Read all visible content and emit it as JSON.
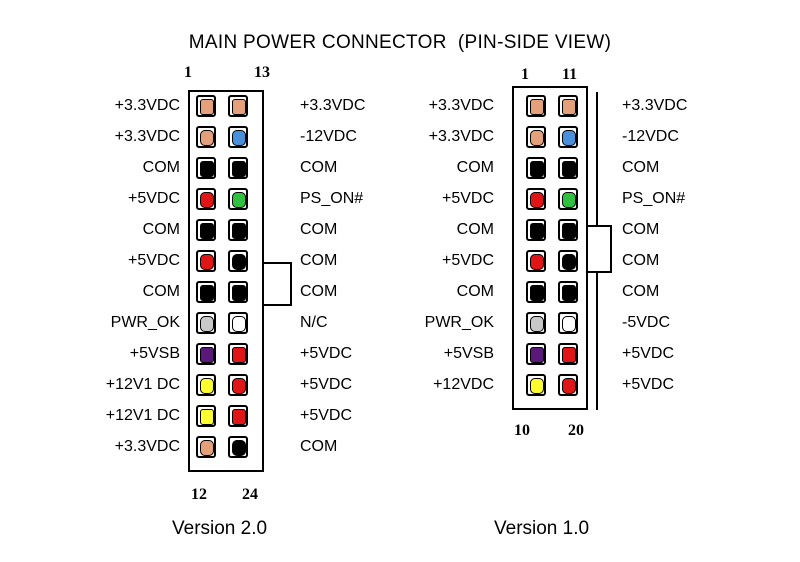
{
  "title": "MAIN POWER CONNECTOR  (PIN-SIDE VIEW)",
  "colors": {
    "orange": "#e3a07a",
    "blue": "#4a8fd9",
    "black": "#000000",
    "red": "#e01515",
    "green": "#30c040",
    "gray": "#c8c8c8",
    "white": "#ffffff",
    "purple": "#5a1878",
    "yellow": "#ffff30"
  },
  "connectors": [
    {
      "version_label": "Version 2.0",
      "pin_numbers": {
        "top_left": "1",
        "top_right": "13",
        "bottom_left": "12",
        "bottom_right": "24"
      },
      "rows": [
        {
          "left_label": "+3.3VDC",
          "left_color": "orange",
          "right_label": "+3.3VDC",
          "right_color": "orange"
        },
        {
          "left_label": "+3.3VDC",
          "left_color": "orange",
          "right_label": "-12VDC",
          "right_color": "blue"
        },
        {
          "left_label": "COM",
          "left_color": "black",
          "right_label": "COM",
          "right_color": "black"
        },
        {
          "left_label": "+5VDC",
          "left_color": "red",
          "right_label": "PS_ON#",
          "right_color": "green"
        },
        {
          "left_label": "COM",
          "left_color": "black",
          "right_label": "COM",
          "right_color": "black"
        },
        {
          "left_label": "+5VDC",
          "left_color": "red",
          "right_label": "COM",
          "right_color": "black"
        },
        {
          "left_label": "COM",
          "left_color": "black",
          "right_label": "COM",
          "right_color": "black"
        },
        {
          "left_label": "PWR_OK",
          "left_color": "gray",
          "right_label": "N/C",
          "right_color": "white"
        },
        {
          "left_label": "+5VSB",
          "left_color": "purple",
          "right_label": "+5VDC",
          "right_color": "red"
        },
        {
          "left_label": "+12V1 DC",
          "left_color": "yellow",
          "right_label": "+5VDC",
          "right_color": "red"
        },
        {
          "left_label": "+12V1 DC",
          "left_color": "yellow",
          "right_label": "+5VDC",
          "right_color": "red"
        },
        {
          "left_label": "+3.3VDC",
          "left_color": "orange",
          "right_label": "COM",
          "right_color": "black"
        }
      ]
    },
    {
      "version_label": "Version 1.0",
      "pin_numbers": {
        "top_left": "1",
        "top_right": "11",
        "bottom_left": "10",
        "bottom_right": "20"
      },
      "rows": [
        {
          "left_label": "+3.3VDC",
          "left_color": "orange",
          "right_label": "+3.3VDC",
          "right_color": "orange"
        },
        {
          "left_label": "+3.3VDC",
          "left_color": "orange",
          "right_label": "-12VDC",
          "right_color": "blue"
        },
        {
          "left_label": "COM",
          "left_color": "black",
          "right_label": "COM",
          "right_color": "black"
        },
        {
          "left_label": "+5VDC",
          "left_color": "red",
          "right_label": "PS_ON#",
          "right_color": "green"
        },
        {
          "left_label": "COM",
          "left_color": "black",
          "right_label": "COM",
          "right_color": "black"
        },
        {
          "left_label": "+5VDC",
          "left_color": "red",
          "right_label": "COM",
          "right_color": "black"
        },
        {
          "left_label": "COM",
          "left_color": "black",
          "right_label": "COM",
          "right_color": "black"
        },
        {
          "left_label": "PWR_OK",
          "left_color": "gray",
          "right_label": "-5VDC",
          "right_color": "white"
        },
        {
          "left_label": "+5VSB",
          "left_color": "purple",
          "right_label": "+5VDC",
          "right_color": "red"
        },
        {
          "left_label": "+12VDC",
          "left_color": "yellow",
          "right_label": "+5VDC",
          "right_color": "red"
        }
      ]
    }
  ]
}
